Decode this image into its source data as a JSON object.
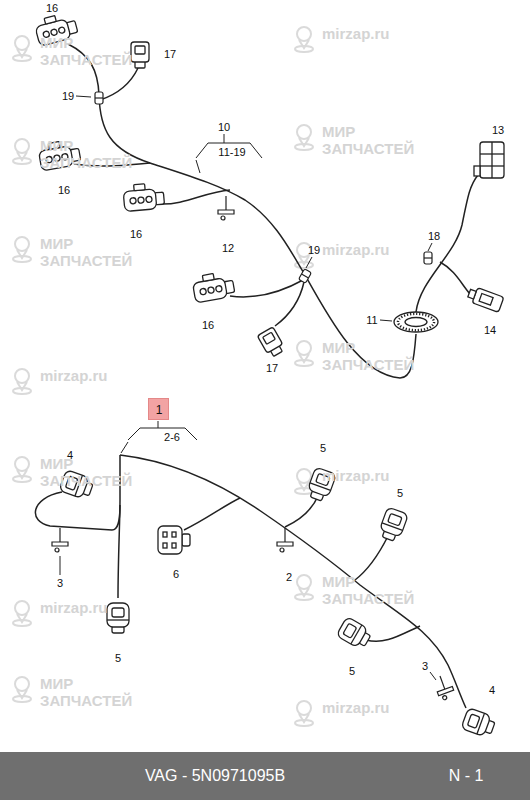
{
  "diagram": {
    "nodes": [
      {
        "text": [
          "1"
        ]
      }
    ],
    "labels": [
      "16",
      "17",
      "19",
      "10",
      "11-19",
      "16",
      "16",
      "12",
      "19",
      "16",
      "17",
      "13",
      "18",
      "11",
      "14",
      "2-6",
      "4",
      "5",
      "5",
      "6",
      "3",
      "2",
      "5",
      "5",
      "3",
      "4",
      "VAG - 5N0971095B",
      "N - 1",
      "МИР ЗАПЧАСТЕЙ",
      "mirzap.ru",
      "МИР ЗАПЧАСТЕЙ",
      "МИР ЗАПЧАСТЕЙ",
      "МИР ЗАПЧАСТЕЙ",
      "mirzap.ru",
      "МИР ЗАПЧАСТЕЙ",
      "mirzap.ru",
      "МИР ЗАПЧАСТЕЙ",
      "mirzap.ru",
      "mirzap.ru",
      "МИР ЗАПЧАСТЕЙ",
      "МИР ЗАПЧАСТЕЙ",
      "mirzap.ru"
    ]
  }
}
